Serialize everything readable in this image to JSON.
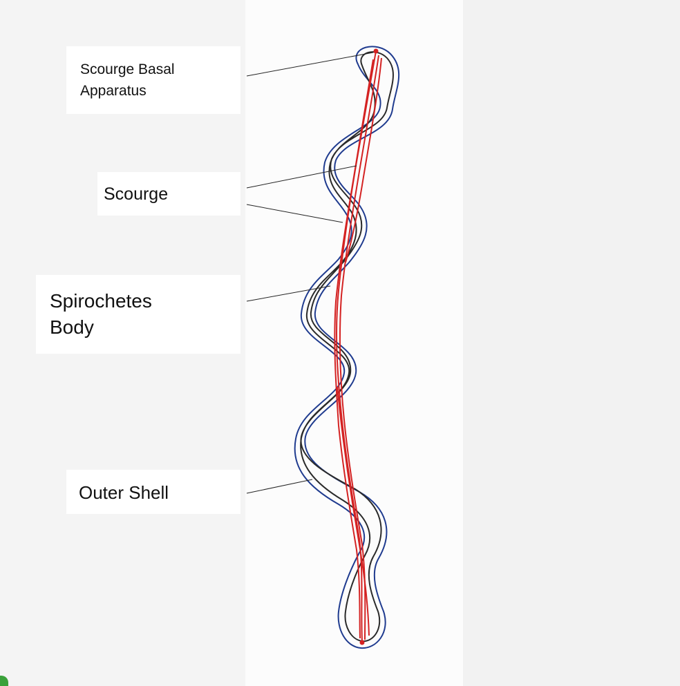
{
  "labels": {
    "basal_line1": "Scourge Basal",
    "basal_line2": "Apparatus",
    "scourge": "Scourge",
    "body_line1": "Spirochetes",
    "body_line2": "Body",
    "shell": "Outer Shell"
  },
  "colors": {
    "outer_shell": "#1f3b8f",
    "body_outline": "#2a2a2a",
    "scourge": "#d42222",
    "leader_line": "#222222",
    "label_background": "#ffffff",
    "corner_accent": "#3aa13a"
  }
}
